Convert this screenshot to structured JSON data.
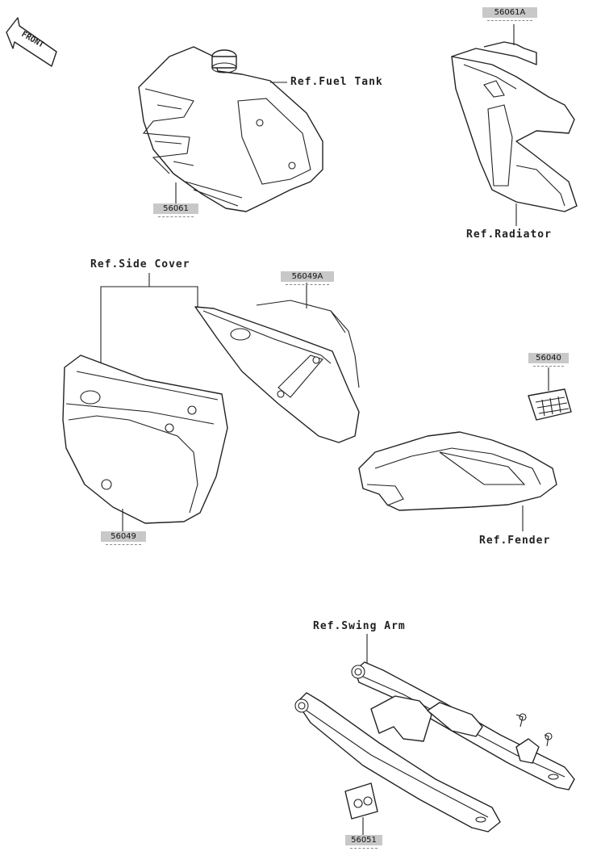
{
  "front": {
    "text": "FRONT",
    "icon": "front-arrow-icon"
  },
  "references": {
    "fuel_tank": "Ref.Fuel Tank",
    "radiator": "Ref.Radiator",
    "side_cover": "Ref.Side Cover",
    "fender": "Ref.Fender",
    "swing_arm": "Ref.Swing Arm"
  },
  "parts": {
    "p56061A": "56061A",
    "p56061": "56061",
    "p56049A": "56049A",
    "p56040": "56040",
    "p56049": "56049",
    "p56051": "56051"
  },
  "colors": {
    "label_bg": "#c8c8c8",
    "line": "#222222",
    "background": "#ffffff"
  }
}
